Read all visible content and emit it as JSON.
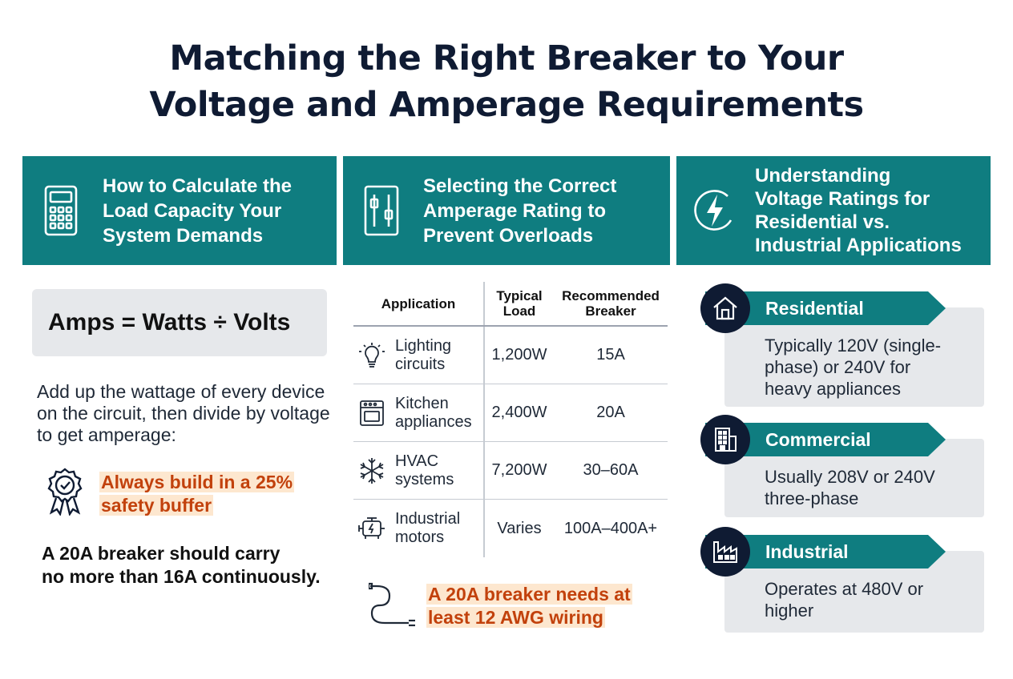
{
  "title_line1": "Matching the Right Breaker to Your",
  "title_line2": "Voltage and Amperage Requirements",
  "columns": [
    {
      "icon": "calculator-icon",
      "heading": [
        "How to Calculate the",
        "Load Capacity Your",
        "System Demands"
      ]
    },
    {
      "icon": "breaker-switch-icon",
      "heading": [
        "Selecting the Correct",
        "Amperage Rating to",
        "Prevent Overloads"
      ]
    },
    {
      "icon": "lightning-bolt-icon",
      "heading": [
        "Understanding",
        "Voltage Ratings for",
        "Residential vs.",
        "Industrial Applications"
      ]
    }
  ],
  "formula": "Amps = Watts ÷ Volts",
  "description": "Add up the wattage of every device on the circuit, then divide by voltage to get amperage:",
  "safety": {
    "icon": "award-ribbon-icon",
    "line1": "Always build in a 25%",
    "line2": "safety buffer"
  },
  "note": {
    "line1": "A 20A breaker should carry",
    "line2": "no more than 16A continuously."
  },
  "table": {
    "headers": {
      "application": "Application",
      "load": [
        "Typical",
        "Load"
      ],
      "breaker": [
        "Recommended",
        "Breaker"
      ]
    },
    "rows": [
      {
        "icon": "lightbulb-icon",
        "app": [
          "Lighting",
          "circuits"
        ],
        "load": "1,200W",
        "breaker": "15A"
      },
      {
        "icon": "oven-icon",
        "app": [
          "Kitchen",
          "appliances"
        ],
        "load": "2,400W",
        "breaker": "20A"
      },
      {
        "icon": "snowflake-icon",
        "app": [
          "HVAC",
          "systems"
        ],
        "load": "7,200W",
        "breaker": "30–60A"
      },
      {
        "icon": "motor-icon",
        "app": [
          "Industrial",
          "motors"
        ],
        "load": "Varies",
        "breaker": "100A–400A+"
      }
    ]
  },
  "wiring": {
    "icon": "wire-cable-icon",
    "line1": "A 20A breaker needs at",
    "line2": "least 12 AWG wiring"
  },
  "categories": [
    {
      "icon": "house-icon",
      "label": "Residential",
      "text": [
        "Typically 120V (single-",
        "phase) or 240V for",
        "heavy appliances"
      ]
    },
    {
      "icon": "office-building-icon",
      "label": "Commercial",
      "text": [
        "Usually 208V or 240V",
        "three-phase"
      ]
    },
    {
      "icon": "factory-icon",
      "label": "Industrial",
      "text": [
        "Operates at 480V or",
        "higher"
      ]
    }
  ],
  "colors": {
    "teal": "#0f7d80",
    "navy": "#0f1b33",
    "orange": "#c2410c",
    "highlight": "#fde7cf",
    "panel": "#e6e8eb"
  }
}
